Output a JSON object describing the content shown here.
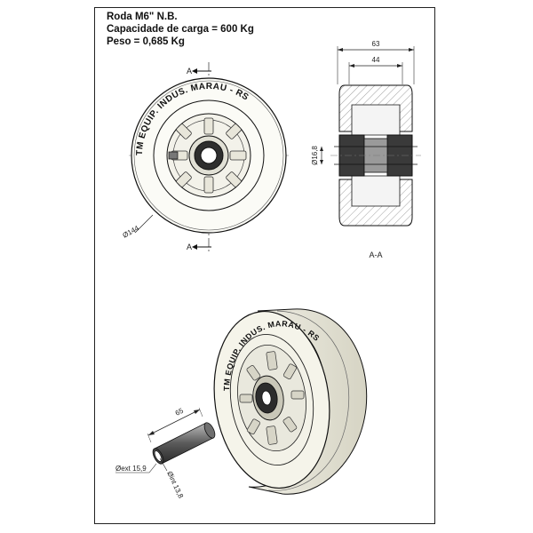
{
  "header": {
    "title": "Roda M6\" N.B.",
    "capacity": "Capacidade de carga = 600 Kg",
    "weight": "Peso = 0,685 Kg"
  },
  "front_view": {
    "section_mark_top": "A",
    "section_mark_bottom": "A",
    "diameter_label": "Ø144",
    "ring_text": "TM EQUIP. INDUS. MARAU - RS"
  },
  "section_view": {
    "dim_outer": "63",
    "dim_inner": "44",
    "dim_bore": "Ø16,8",
    "caption": "A-A"
  },
  "iso_view": {
    "ring_text": "TM EQUIP. INDUS. MARAU - RS",
    "axle_length": "65",
    "axle_outer_diameter": "Øext 15,9",
    "axle_inner_diameter": "Øint 13,8"
  }
}
